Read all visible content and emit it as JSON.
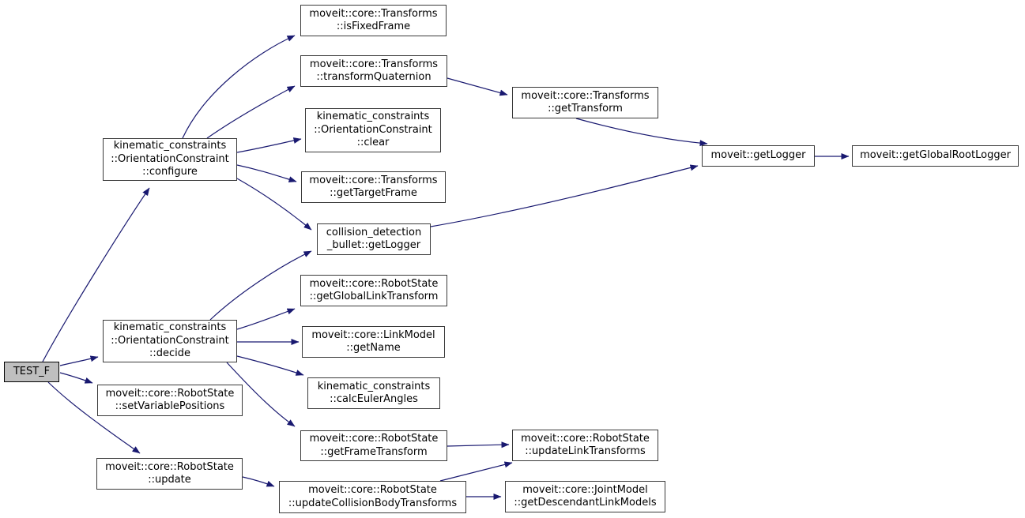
{
  "diagram": {
    "type": "doxygen-call-graph",
    "colors": {
      "background": "#ffffff",
      "edge": "#191970",
      "node_border": "#3a3a3a",
      "node_fill": "#ffffff",
      "highlight_fill": "#bfbfbf",
      "text": "#000000"
    },
    "nodes": {
      "test_f": {
        "lines": [
          "TEST_F"
        ],
        "highlighted": true
      },
      "configure": {
        "lines": [
          "kinematic_constraints",
          "::OrientationConstraint",
          "::configure"
        ]
      },
      "decide": {
        "lines": [
          "kinematic_constraints",
          "::OrientationConstraint",
          "::decide"
        ]
      },
      "set_variable_positions": {
        "lines": [
          "moveit::core::RobotState",
          "::setVariablePositions"
        ]
      },
      "update": {
        "lines": [
          "moveit::core::RobotState",
          "::update"
        ]
      },
      "is_fixed_frame": {
        "lines": [
          "moveit::core::Transforms",
          "::isFixedFrame"
        ]
      },
      "transform_quaternion": {
        "lines": [
          "moveit::core::Transforms",
          "::transformQuaternion"
        ]
      },
      "clear": {
        "lines": [
          "kinematic_constraints",
          "::OrientationConstraint",
          "::clear"
        ]
      },
      "get_target_frame": {
        "lines": [
          "moveit::core::Transforms",
          "::getTargetFrame"
        ]
      },
      "bullet_get_logger": {
        "lines": [
          "collision_detection",
          "_bullet::getLogger"
        ]
      },
      "get_global_link_transform": {
        "lines": [
          "moveit::core::RobotState",
          "::getGlobalLinkTransform"
        ]
      },
      "get_name": {
        "lines": [
          "moveit::core::LinkModel",
          "::getName"
        ]
      },
      "calc_euler_angles": {
        "lines": [
          "kinematic_constraints",
          "::calcEulerAngles"
        ]
      },
      "get_frame_transform": {
        "lines": [
          "moveit::core::RobotState",
          "::getFrameTransform"
        ]
      },
      "update_collision_body_transforms": {
        "lines": [
          "moveit::core::RobotState",
          "::updateCollisionBodyTransforms"
        ]
      },
      "get_transform": {
        "lines": [
          "moveit::core::Transforms",
          "::getTransform"
        ]
      },
      "get_logger": {
        "lines": [
          "moveit::getLogger"
        ]
      },
      "get_global_root_logger": {
        "lines": [
          "moveit::getGlobalRootLogger"
        ]
      },
      "update_link_transforms": {
        "lines": [
          "moveit::core::RobotState",
          "::updateLinkTransforms"
        ]
      },
      "get_descendant_link_models": {
        "lines": [
          "moveit::core::JointModel",
          "::getDescendantLinkModels"
        ]
      }
    },
    "edges": [
      {
        "from": "test_f",
        "to": "configure"
      },
      {
        "from": "test_f",
        "to": "decide"
      },
      {
        "from": "test_f",
        "to": "set_variable_positions"
      },
      {
        "from": "test_f",
        "to": "update"
      },
      {
        "from": "configure",
        "to": "is_fixed_frame"
      },
      {
        "from": "configure",
        "to": "transform_quaternion"
      },
      {
        "from": "configure",
        "to": "clear"
      },
      {
        "from": "configure",
        "to": "get_target_frame"
      },
      {
        "from": "configure",
        "to": "bullet_get_logger"
      },
      {
        "from": "decide",
        "to": "bullet_get_logger"
      },
      {
        "from": "decide",
        "to": "get_global_link_transform"
      },
      {
        "from": "decide",
        "to": "get_name"
      },
      {
        "from": "decide",
        "to": "calc_euler_angles"
      },
      {
        "from": "decide",
        "to": "get_frame_transform"
      },
      {
        "from": "update",
        "to": "update_collision_body_transforms"
      },
      {
        "from": "transform_quaternion",
        "to": "get_transform"
      },
      {
        "from": "get_transform",
        "to": "get_logger"
      },
      {
        "from": "bullet_get_logger",
        "to": "get_logger"
      },
      {
        "from": "get_logger",
        "to": "get_global_root_logger"
      },
      {
        "from": "get_frame_transform",
        "to": "update_link_transforms"
      },
      {
        "from": "update_collision_body_transforms",
        "to": "update_link_transforms"
      },
      {
        "from": "update_collision_body_transforms",
        "to": "get_descendant_link_models"
      }
    ]
  }
}
